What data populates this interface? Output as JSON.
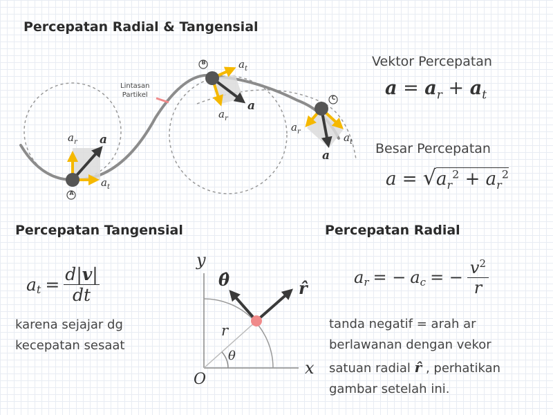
{
  "headings": {
    "main_title": "Percepatan Radial &  Tangensial",
    "tangential_title": "Percepatan Tangensial",
    "radial_title": "Percepatan Radial"
  },
  "right_panel": {
    "vector_title": "Vektor Percepatan",
    "vector_formula": "a = ar + at",
    "magnitude_title": "Besar Percepatan",
    "magnitude_formula": "a = √(ar² + ar²)"
  },
  "path_diagram": {
    "path_label_line1": "Lintasan",
    "path_label_line2": "Partikel",
    "points": [
      "A",
      "B",
      "C"
    ],
    "vector_labels": {
      "radial": "ar",
      "tangential": "at",
      "total": "a"
    }
  },
  "tangential": {
    "formula": "at = d|v| / dt",
    "note_line1": "karena sejajar dg",
    "note_line2": "kecepatan sesaat"
  },
  "radial": {
    "formula": "ar = −ac = −v²/r",
    "note_line1": "tanda negatif = arah ar",
    "note_line2": "berlawanan dengan vekor",
    "note_line3_pre": "satuan radial",
    "note_line3_post": ", perhatikan",
    "note_line4": "gambar setelah ini."
  },
  "polar_diagram": {
    "x_label": "x",
    "y_label": "y",
    "origin_label": "O",
    "r_label": "r",
    "theta_label": "θ",
    "r_hat_label": "r̂",
    "theta_hat_label": "θ̂"
  },
  "colors": {
    "arrow_yellow": "#f5b800",
    "arrow_dark": "#3a3a3a",
    "point_fill": "#555555",
    "polar_point": "#f08a8a",
    "grid": "#e8ecf3"
  }
}
